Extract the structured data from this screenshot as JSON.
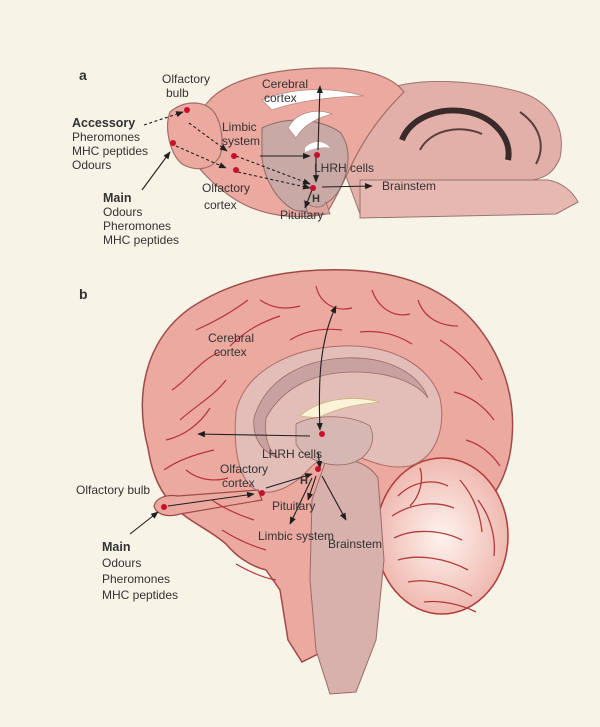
{
  "panel_a": {
    "letter": "a",
    "labels": {
      "olfactory_bulb_1": "Olfactory",
      "olfactory_bulb_2": "bulb",
      "cerebral_cortex_1": "Cerebral",
      "cerebral_cortex_2": "cortex",
      "limbic_1": "Limbic",
      "limbic_2": "system",
      "lhrh": "LHRH cells",
      "hypothalamus": "H",
      "brainstem": "Brainstem",
      "olfactory_cortex_1": "Olfactory",
      "olfactory_cortex_2": "cortex",
      "pituitary": "Pituitary"
    },
    "accessory": {
      "title": "Accessory",
      "items": [
        "Pheromones",
        "MHC peptides",
        "Odours"
      ]
    },
    "main": {
      "title": "Main",
      "items": [
        "Odours",
        "Pheromones",
        "MHC peptides"
      ]
    }
  },
  "panel_b": {
    "letter": "b",
    "labels": {
      "cerebral_cortex_1": "Cerebral",
      "cerebral_cortex_2": "cortex",
      "lhrh": "LHRH cells",
      "olfactory_cortex_1": "Olfactory",
      "olfactory_cortex_2": "cortex",
      "hypothalamus": "H",
      "olfactory_bulb": "Olfactory bulb",
      "pituitary": "Pituitary",
      "limbic": "Limbic system",
      "brainstem": "Brainstem"
    },
    "main": {
      "title": "Main",
      "items": [
        "Odours",
        "Pheromones",
        "MHC peptides"
      ]
    }
  },
  "colors": {
    "background": "#f8f3e7",
    "brain_pink": "#eba9a0",
    "deep_structure": "#c9a9a5",
    "node_red": "#c8102e",
    "sulci": "#b8333a"
  }
}
